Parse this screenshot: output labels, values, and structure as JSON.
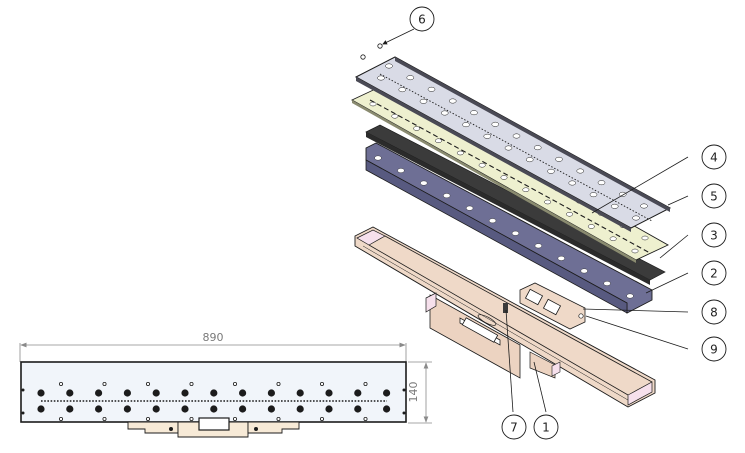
{
  "drawing": {
    "type": "exploded-assembly",
    "views": {
      "top_view": {
        "dimensions": {
          "width_label": "890",
          "height_label": "140"
        }
      },
      "isometric_exploded": {}
    },
    "balloons": [
      {
        "id": "6",
        "label": "6"
      },
      {
        "id": "4",
        "label": "4"
      },
      {
        "id": "5",
        "label": "5"
      },
      {
        "id": "3",
        "label": "3"
      },
      {
        "id": "2",
        "label": "2"
      },
      {
        "id": "8",
        "label": "8"
      },
      {
        "id": "9",
        "label": "9"
      },
      {
        "id": "7",
        "label": "7"
      },
      {
        "id": "1",
        "label": "1"
      }
    ],
    "colors": {
      "top_plate": "#d9dbe6",
      "pcb_plate": "#eef0cf",
      "channel": "#6e6f95",
      "housing": "#efd9c8",
      "housing_inner": "#f6e0ec",
      "plan_view_fill": "#f1f5fa",
      "bracket_fill": "#f7ead7",
      "line": "#1c1c1c",
      "dim_line": "#8a8a8a"
    }
  }
}
